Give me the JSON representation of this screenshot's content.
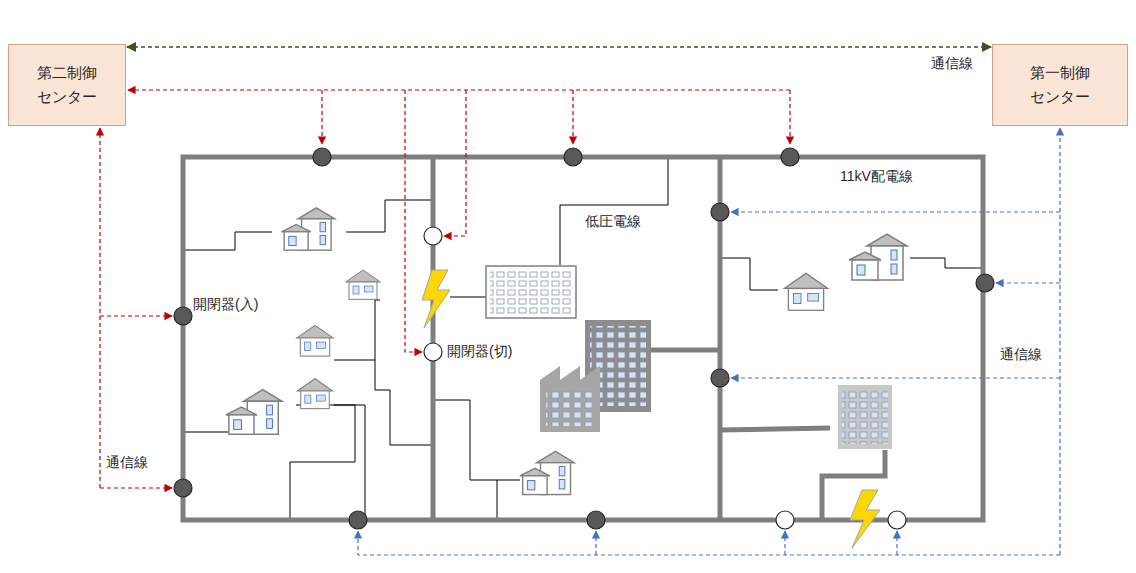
{
  "diagram": {
    "nodes": [
      {
        "text": [
          "第二制御 センター"
        ]
      },
      {
        "text": [
          "第一制御 センター"
        ]
      }
    ],
    "edges": [
      {
        "from": 0,
        "to": 1,
        "arrow": "both",
        "label": "通信線"
      }
    ],
    "labels": [
      "11kV配電線",
      "低圧電線",
      "開閉器(入)",
      "開閉器(切)",
      "通信線",
      "通信線"
    ]
  }
}
